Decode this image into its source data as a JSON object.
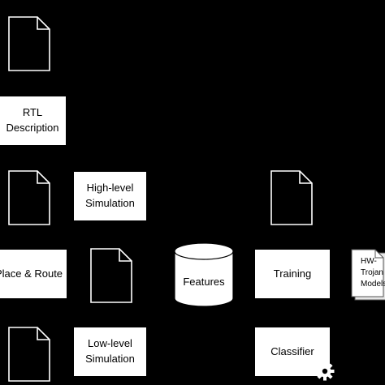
{
  "nodes": {
    "rtl_description": "RTL\nDescription",
    "high_level_simulation": "High-level\nSimulation",
    "place_and_route": "Place & Route",
    "low_level_simulation": "Low-level\nSimulation",
    "features": "Features",
    "training": "Training",
    "classifier": "Classifier",
    "hw_trojan_models": "HW-\nTrojan\nModels"
  },
  "icons": {
    "document": "document-icon",
    "database": "database-cylinder-icon",
    "settings": "gear-icon"
  },
  "colors": {
    "background": "#000000",
    "box_fill": "#ffffff",
    "stroke": "#000000"
  }
}
